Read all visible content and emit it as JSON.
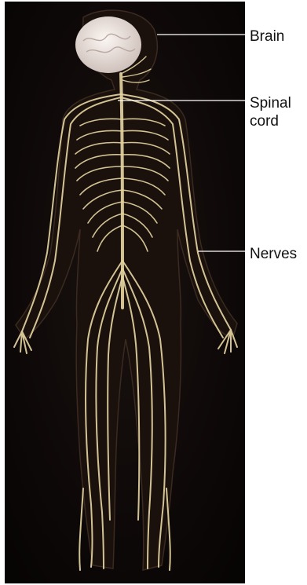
{
  "labels": {
    "brain": "Brain",
    "spinal_cord": "Spinal\ncord",
    "nerves": "Nerves"
  },
  "colors": {
    "background_photo": "#0b0706",
    "nerve": "#e8d9a8",
    "brain": "#efe6e0",
    "leader_line": "#ffffff"
  }
}
